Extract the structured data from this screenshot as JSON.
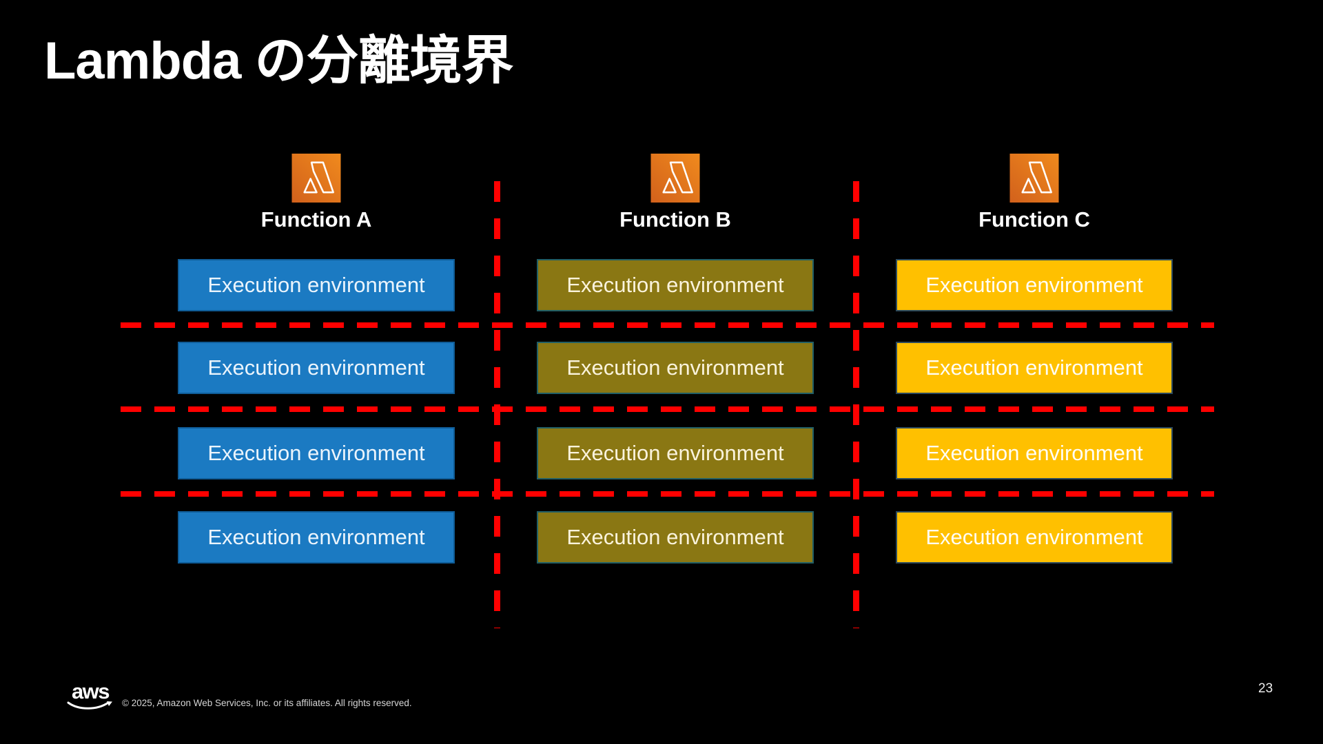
{
  "slide": {
    "title": "Lambda の分離境界",
    "page_number": "23"
  },
  "footer": {
    "logo_text": "aws",
    "copyright": "© 2025, Amazon Web Services, Inc. or its affiliates. All rights reserved."
  },
  "colors": {
    "background": "#000000",
    "title_text": "#FFFFFF"
  },
  "diagram": {
    "boundary_color": "#FF0000",
    "lambda_icon": {
      "gradient_start": "#D2611C",
      "gradient_end": "#F08A1D",
      "glyph_color": "#FFFFFF"
    },
    "columns": [
      {
        "name": "Function A",
        "fill": "#1B7AC2",
        "border": "#0F5C97",
        "text_color": "#EAF4FC",
        "boxes": [
          "Execution environment",
          "Execution environment",
          "Execution environment",
          "Execution environment"
        ]
      },
      {
        "name": "Function B",
        "fill": "#8A7713",
        "border": "#215F66",
        "text_color": "#FAF3DC",
        "boxes": [
          "Execution environment",
          "Execution environment",
          "Execution environment",
          "Execution environment"
        ]
      },
      {
        "name": "Function C",
        "fill": "#FFC000",
        "border": "#2C4A5E",
        "text_color": "#FFFDF5",
        "boxes": [
          "Execution environment",
          "Execution environment",
          "Execution environment",
          "Execution environment"
        ]
      }
    ]
  }
}
